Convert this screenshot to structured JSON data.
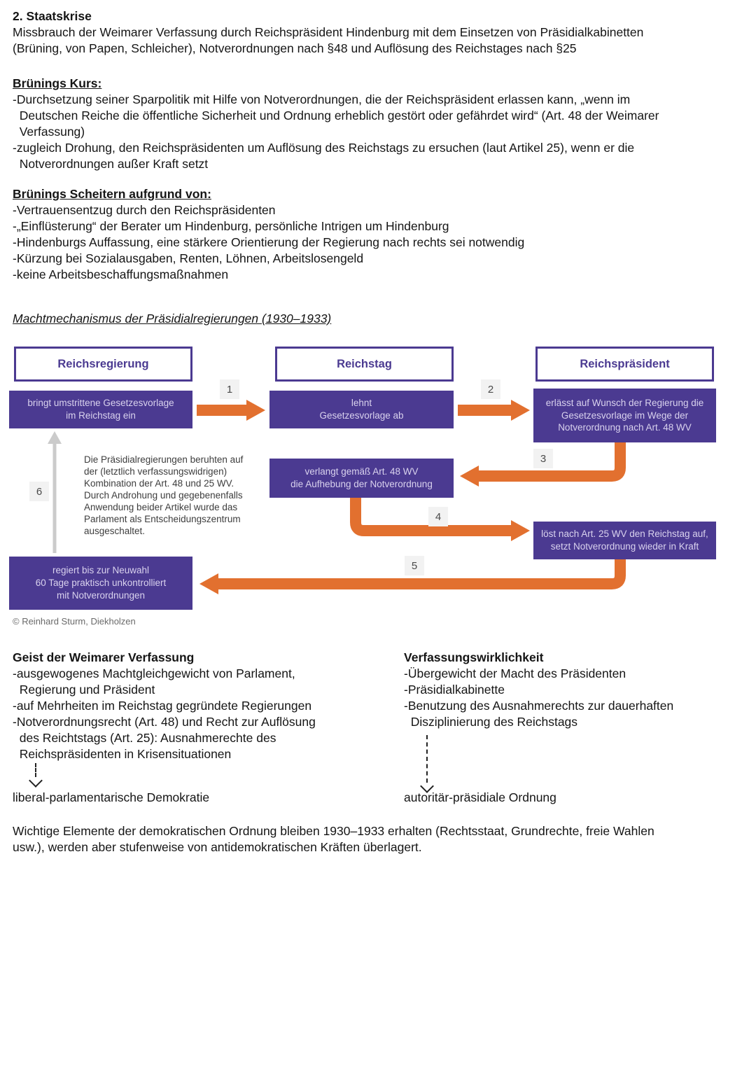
{
  "intro": {
    "title": "2. Staatskrise",
    "body": "Missbrauch der Weimarer Verfassung durch Reichspräsident Hindenburg mit dem Einsetzen von Präsidialkabinetten\n(Brüning, von Papen, Schleicher), Notverordnungen nach §48 und Auflösung des Reichstages nach §25"
  },
  "kurs": {
    "heading": "Brünings Kurs:",
    "items": [
      "-Durchsetzung seiner Sparpolitik mit Hilfe von Notverordnungen, die der Reichspräsident erlassen kann, „wenn im\n  Deutschen Reiche die öffentliche Sicherheit und Ordnung erheblich gestört oder gefährdet wird“ (Art. 48 der Weimarer\n  Verfassung)",
      "-zugleich Drohung, den Reichspräsidenten um Auflösung des Reichstags zu ersuchen (laut Artikel 25), wenn er die\n  Notverordnungen außer Kraft setzt"
    ]
  },
  "scheitern": {
    "heading": "Brünings Scheitern aufgrund von:",
    "items": [
      "-Vertrauensentzug durch den Reichspräsidenten",
      "-„Einflüsterung“ der Berater um Hindenburg, persönliche Intrigen um Hindenburg",
      "-Hindenburgs Auffassung, eine stärkere Orientierung der Regierung nach rechts sei notwendig",
      "-Kürzung bei Sozialausgaben, Renten, Löhnen, Arbeitslosengeld",
      "-keine Arbeitsbeschaffungsmaßnahmen"
    ]
  },
  "diagram": {
    "title": "Machtmechanismus der Präsidialregierungen (1930–1933)",
    "headers": [
      "Reichsregierung",
      "Reichstag",
      "Reichspräsident"
    ],
    "boxes": {
      "b1": "bringt umstrittene Gesetzesvorlage\nim Reichstag ein",
      "b2": "lehnt\nGesetzesvorlage ab",
      "b3": "erlässt auf Wunsch der Regierung die\nGesetzesvorlage im Wege der\nNotverordnung nach Art. 48 WV",
      "b4": "verlangt gemäß Art. 48 WV\ndie Aufhebung der Notverordnung",
      "b5": "löst nach Art. 25 WV den Reichstag auf,\nsetzt Notverordnung wieder in Kraft",
      "b6": "regiert bis zur Neuwahl\n60 Tage praktisch unkontrolliert\nmit Notverordnungen"
    },
    "steps": [
      "1",
      "2",
      "3",
      "4",
      "5",
      "6"
    ],
    "note": "Die Präsidialregierungen beruhten auf\nder (letztlich verfassungswidrigen)\nKombination der Art. 48 und 25 WV.\nDurch Androhung und gegebenenfalls\nAnwendung beider Artikel wurde das\nParlament als Entscheidungszentrum\nausgeschaltet.",
    "credit": "© Reinhard Sturm, Diekholzen",
    "colors": {
      "purple": "#4b3a91",
      "orange": "#e2702f",
      "arrow_gray": "#cbcbcb",
      "label_bg": "#f2f2f2"
    }
  },
  "comparison": {
    "left": {
      "heading": "Geist der Weimarer Verfassung",
      "items": [
        "-ausgewogenes Machtgleichgewicht von Parlament,\n  Regierung und Präsident",
        "-auf Mehrheiten im Reichstag gegründete Regierungen",
        "-Notverordnungsrecht (Art. 48) und Recht zur Auflösung\n  des Reichtstags (Art. 25): Ausnahmerechte des\n  Reichspräsidenten in Krisensituationen"
      ],
      "result": "liberal-parlamentarische Demokratie"
    },
    "right": {
      "heading": "Verfassungswirklichkeit",
      "items": [
        "-Übergewicht der Macht des Präsidenten",
        "-Präsidialkabinette",
        "-Benutzung des Ausnahmerechts zur dauerhaften\n  Disziplinierung des Reichstags"
      ],
      "result": "autoritär-präsidiale Ordnung"
    }
  },
  "footer": {
    "text": "Wichtige Elemente der demokratischen Ordnung bleiben 1930–1933 erhalten (Rechtsstaat, Grundrechte, freie Wahlen\nusw.), werden aber stufenweise von antidemokratischen Kräften überlagert."
  }
}
